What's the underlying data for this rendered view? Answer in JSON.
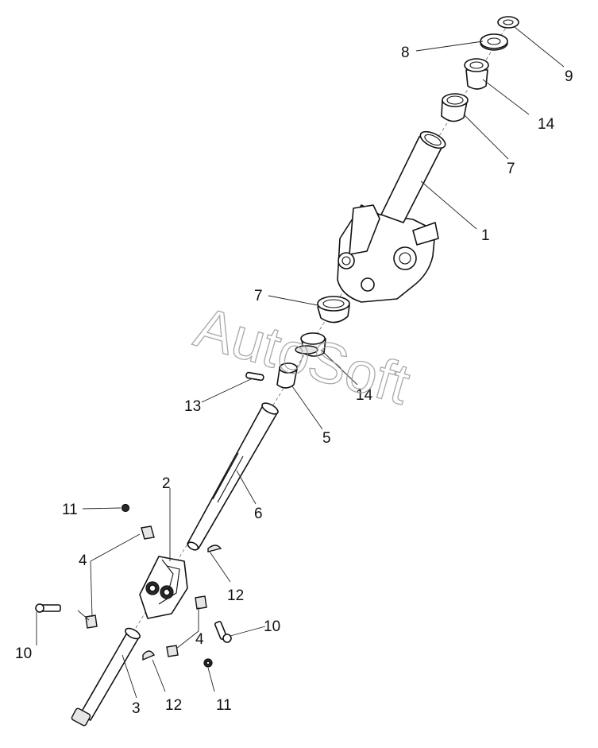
{
  "watermark": "AutoSoft",
  "callouts": {
    "c1": "1",
    "c2": "2",
    "c3": "3",
    "c4a": "4",
    "c4b": "4",
    "c5": "5",
    "c6": "6",
    "c7a": "7",
    "c7b": "7",
    "c8": "8",
    "c9": "9",
    "c10a": "10",
    "c10b": "10",
    "c11a": "11",
    "c11b": "11",
    "c12a": "12",
    "c12b": "12",
    "c13": "13",
    "c14a": "14",
    "c14b": "14"
  }
}
